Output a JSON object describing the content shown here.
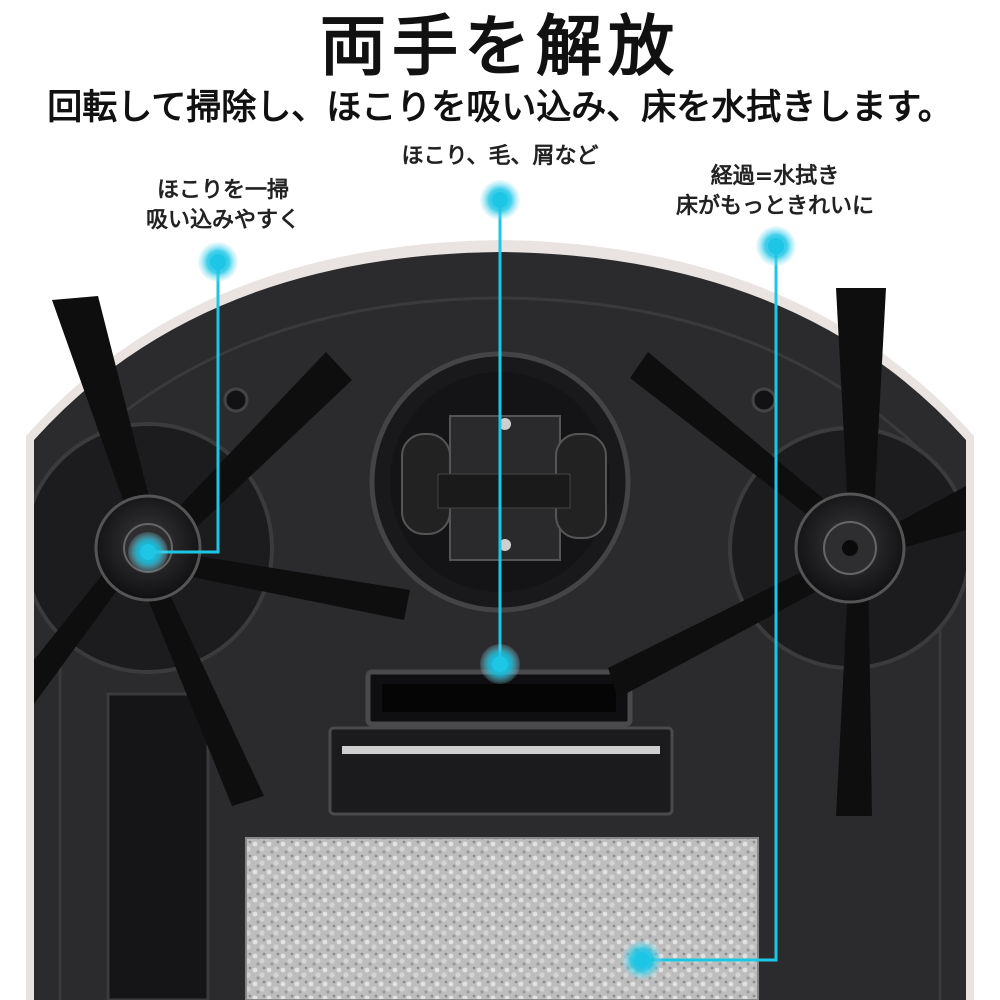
{
  "headline": {
    "title": "両手を解放",
    "subtitle": "回転して掃除し、ほこりを吸い込み、床を水拭きします。"
  },
  "callouts": {
    "left_line1": "ほこりを一掃",
    "left_line2": "吸い込みやすく",
    "center": "ほこり、毛、屑など",
    "right_line1": "経過=水拭き",
    "right_line2": "床がもっときれいに"
  },
  "colors": {
    "accent": "#1ec6e6",
    "body": "#2a2a2c",
    "brush": "#111111",
    "mop": "#b8b8b8"
  }
}
